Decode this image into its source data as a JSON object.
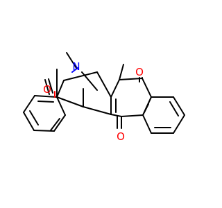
{
  "colors": {
    "background": "#ffffff",
    "bond": "#000000",
    "oxygen": "#ff0000",
    "nitrogen": "#0000ff"
  },
  "atoms": {
    "n_bridge": "N",
    "o_ketone_left": "O",
    "o_quinone_top": "O",
    "o_quinone_bottom": "O"
  }
}
